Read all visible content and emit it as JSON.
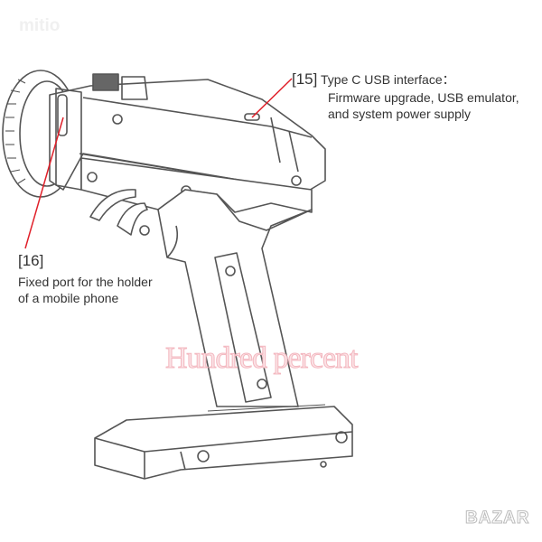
{
  "watermarks": {
    "top_left": "mitio",
    "center": "Hundred percent",
    "bottom_right": "BAZAR"
  },
  "callouts": [
    {
      "number": "[15]",
      "title": "Type C USB interface：",
      "lines": [
        "Firmware upgrade, USB emulator,",
        "and system power supply"
      ]
    },
    {
      "number": "[16]",
      "lines": [
        "Fixed port for the holder",
        "of a mobile phone"
      ]
    }
  ],
  "colors": {
    "leader_line": "#e0202a",
    "outline": "#555555"
  }
}
